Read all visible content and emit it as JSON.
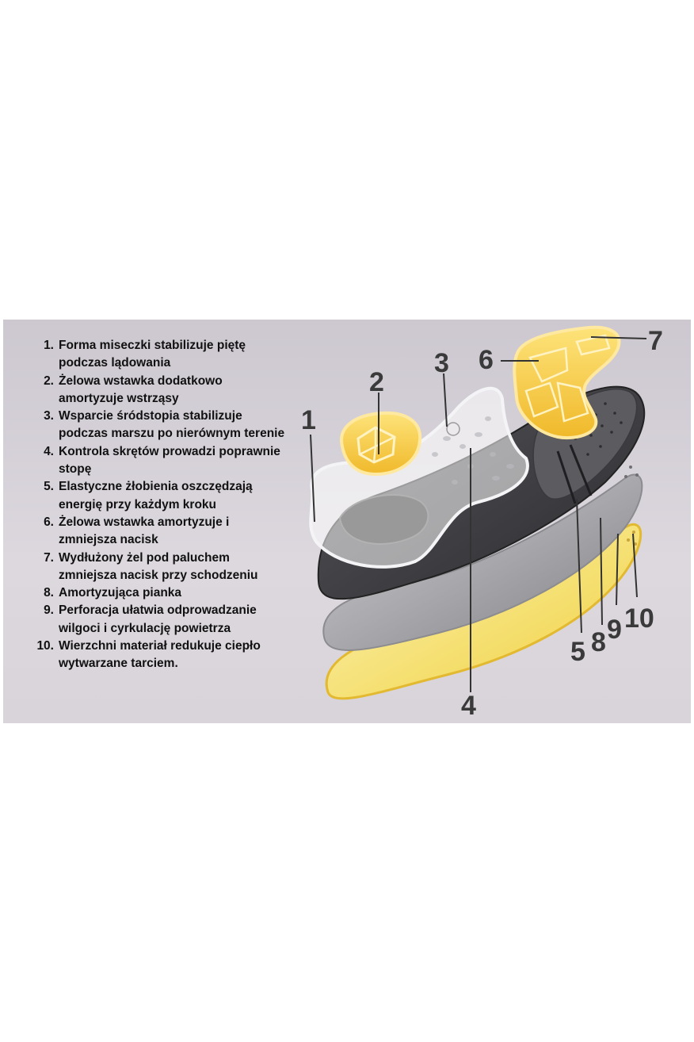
{
  "legend": [
    {
      "num": "1.",
      "text": "Forma miseczki stabilizuje piętę podczas lądowania"
    },
    {
      "num": "2.",
      "text": "Żelowa wstawka dodatkowo amortyzuje wstrząsy"
    },
    {
      "num": "3.",
      "text": "Wsparcie śródstopia stabilizuje podczas marszu po nierównym terenie"
    },
    {
      "num": "4.",
      "text": "Kontrola skrętów prowadzi poprawnie stopę"
    },
    {
      "num": "5.",
      "text": "Elastyczne żłobienia oszczędzają energię przy każdym kroku"
    },
    {
      "num": "6.",
      "text": "Żelowa wstawka amortyzuje i zmniejsza nacisk"
    },
    {
      "num": "7.",
      "text": "Wydłużony żel pod paluchem zmniejsza nacisk przy schodzeniu"
    },
    {
      "num": "8.",
      "text": "Amortyzująca pianka"
    },
    {
      "num": "9.",
      "text": "Perforacja ułatwia odprowadzanie wilgoci i cyrkulację powietrza"
    },
    {
      "num": "10.",
      "text": "Wierzchni materiał redukuje ciepło wytwarzane tarciem."
    }
  ],
  "callouts": {
    "c1": "1",
    "c2": "2",
    "c3": "3",
    "c4": "4",
    "c5": "5",
    "c6": "6",
    "c7": "7",
    "c8": "8",
    "c9": "9",
    "c10": "10"
  },
  "colors": {
    "gel_yellow": "#f5cf3a",
    "foam_yellow": "#f6e27a",
    "dark_layer": "#3e3e42",
    "gray_layer": "#9a9a9e",
    "background": "#d6d2d9"
  }
}
